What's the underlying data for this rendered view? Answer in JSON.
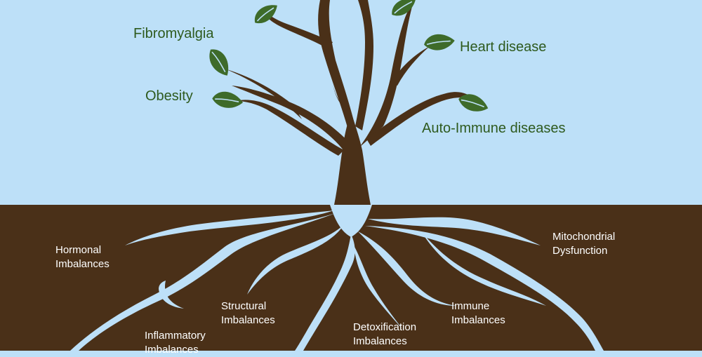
{
  "colors": {
    "sky": "#bde0f8",
    "soil": "#4a3018",
    "trunk": "#4a3018",
    "leaf": "#3e6b2a",
    "leaf_vein": "#bde0f8",
    "root": "#bde0f8",
    "disease_text": "#2e5a1e",
    "root_text": "#ffffff"
  },
  "diseases": [
    {
      "id": "fibromyalgia",
      "label": "Fibromyalgia"
    },
    {
      "id": "obesity",
      "label": "Obesity"
    },
    {
      "id": "heart",
      "label": "Heart disease"
    },
    {
      "id": "autoimmune",
      "label": "Auto-Immune diseases"
    }
  ],
  "root_causes": [
    {
      "id": "hormonal",
      "line1": "Hormonal",
      "line2": "Imbalances"
    },
    {
      "id": "inflammatory",
      "line1": "Inflammatory",
      "line2": "Imbalances"
    },
    {
      "id": "structural",
      "line1": "Structural",
      "line2": "Imbalances"
    },
    {
      "id": "detox",
      "line1": "Detoxification",
      "line2": "Imbalances"
    },
    {
      "id": "immune",
      "line1": "Immune",
      "line2": "Imbalances"
    },
    {
      "id": "mito",
      "line1": "Mitochondrial",
      "line2": "Dysfunction"
    }
  ]
}
